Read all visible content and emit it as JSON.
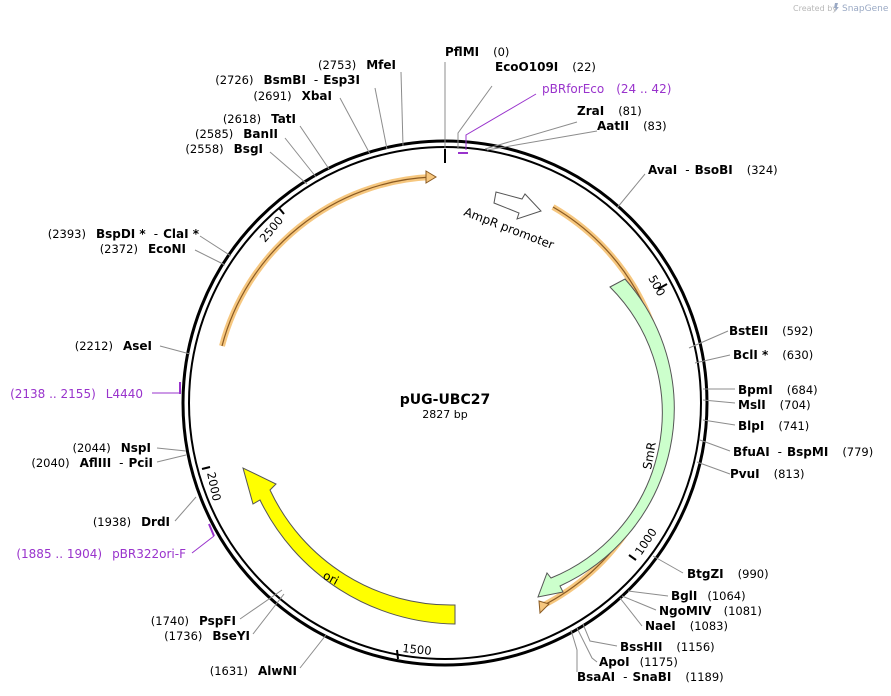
{
  "credit": {
    "prefix": "Created by",
    "brand": "SnapGene"
  },
  "plasmid": {
    "name": "pUG-UBC27",
    "size": "2827 bp"
  },
  "ticks": [
    "500",
    "1000",
    "1500",
    "2000",
    "2500"
  ],
  "features": [
    {
      "name": "AmpR promoter",
      "color": "#ffffff"
    },
    {
      "name": "SmR",
      "color": "#ccffcc"
    },
    {
      "name": "ori",
      "color": "#ffff00"
    },
    {
      "name": "",
      "color": "#f6c77f"
    },
    {
      "name": "",
      "color": "#f6c77f"
    }
  ],
  "primers": [
    {
      "name": "pBRforEco",
      "range": "(24 .. 42)"
    },
    {
      "name": "L4440",
      "range": "(2138 .. 2155)"
    },
    {
      "name": "pBR322ori-F",
      "range": "(1885 .. 1904)"
    }
  ],
  "sites_right": [
    {
      "pos": "(0)",
      "names": [
        "PflMI"
      ]
    },
    {
      "pos": "(22)",
      "names": [
        "EcoO109I"
      ]
    },
    {
      "pos": "(81)",
      "names": [
        "ZraI"
      ]
    },
    {
      "pos": "(83)",
      "names": [
        "AatII"
      ]
    },
    {
      "pos": "(324)",
      "names": [
        "AvaI",
        "BsoBI"
      ]
    },
    {
      "pos": "(592)",
      "names": [
        "BstEII"
      ]
    },
    {
      "pos": "(630)",
      "names": [
        "BclI *"
      ]
    },
    {
      "pos": "(684)",
      "names": [
        "BpmI"
      ]
    },
    {
      "pos": "(704)",
      "names": [
        "MslI"
      ]
    },
    {
      "pos": "(741)",
      "names": [
        "BlpI"
      ]
    },
    {
      "pos": "(779)",
      "names": [
        "BfuAI",
        "BspMI"
      ]
    },
    {
      "pos": "(813)",
      "names": [
        "PvuI"
      ]
    },
    {
      "pos": "(990)",
      "names": [
        "BtgZI"
      ]
    },
    {
      "pos": "(1064)",
      "names": [
        "BglI"
      ]
    },
    {
      "pos": "(1081)",
      "names": [
        "NgoMIV"
      ]
    },
    {
      "pos": "(1083)",
      "names": [
        "NaeI"
      ]
    },
    {
      "pos": "(1156)",
      "names": [
        "BssHII"
      ]
    },
    {
      "pos": "(1175)",
      "names": [
        "ApoI"
      ]
    },
    {
      "pos": "(1189)",
      "names": [
        "BsaAI",
        "SnaBI"
      ]
    }
  ],
  "sites_left": [
    {
      "pos": "(2753)",
      "names": [
        "MfeI"
      ]
    },
    {
      "pos": "(2726)",
      "names": [
        "BsmBI",
        "Esp3I"
      ]
    },
    {
      "pos": "(2691)",
      "names": [
        "XbaI"
      ]
    },
    {
      "pos": "(2618)",
      "names": [
        "TatI"
      ]
    },
    {
      "pos": "(2585)",
      "names": [
        "BanII"
      ]
    },
    {
      "pos": "(2558)",
      "names": [
        "BsgI"
      ]
    },
    {
      "pos": "(2393)",
      "names": [
        "BspDI *",
        "ClaI *"
      ]
    },
    {
      "pos": "(2372)",
      "names": [
        "EcoNI"
      ]
    },
    {
      "pos": "(2212)",
      "names": [
        "AseI"
      ]
    },
    {
      "pos": "(2044)",
      "names": [
        "NspI"
      ]
    },
    {
      "pos": "(2040)",
      "names": [
        "AflIII",
        "PciI"
      ]
    },
    {
      "pos": "(1938)",
      "names": [
        "DrdI"
      ]
    },
    {
      "pos": "(1740)",
      "names": [
        "PspFI"
      ]
    },
    {
      "pos": "(1736)",
      "names": [
        "BseYI"
      ]
    },
    {
      "pos": "(1631)",
      "names": [
        "AlwNI"
      ]
    }
  ]
}
